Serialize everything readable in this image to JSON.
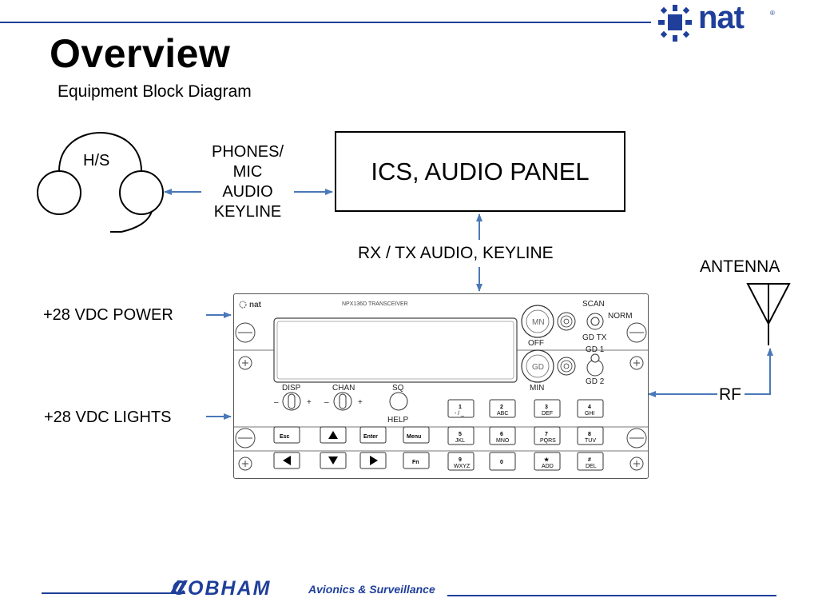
{
  "header": {
    "title": "Overview",
    "subtitle": "Equipment Block Diagram"
  },
  "logo": {
    "text": "nat",
    "registered": "®"
  },
  "diagram": {
    "headset_label": "H/S",
    "phones_mic_lines": [
      "PHONES/",
      "MIC",
      "AUDIO",
      "KEYLINE"
    ],
    "ics_box_label": "ICS, AUDIO PANEL",
    "rx_tx_label": "RX / TX AUDIO, KEYLINE",
    "antenna_label": "ANTENNA",
    "power_label": "+28 VDC POWER",
    "lights_label": "+28 VDC LIGHTS",
    "rf_label": "RF"
  },
  "transceiver": {
    "brand": "nat",
    "model": "NPX136D TRANSCEIVER",
    "knob_labels": {
      "top_knob": "MN",
      "off": "OFF",
      "bottom_knob": "GD",
      "min": "MIN"
    },
    "switch_labels": {
      "scan": "SCAN",
      "norm": "NORM",
      "gd_tx": "GD TX",
      "gd1": "GD 1",
      "gd2": "GD 2"
    },
    "control_labels": {
      "disp": "DISP",
      "chan": "CHAN",
      "sq": "SQ",
      "help": "HELP",
      "minus": "–",
      "plus": "+"
    },
    "nav_keys": {
      "esc": "Esc",
      "enter": "Enter",
      "menu": "Menu",
      "fn": "Fn"
    },
    "keypad": [
      {
        "num": "1",
        "sub": "- / _"
      },
      {
        "num": "2",
        "sub": "ABC"
      },
      {
        "num": "3",
        "sub": "DEF"
      },
      {
        "num": "4",
        "sub": "GHI"
      },
      {
        "num": "5",
        "sub": "JKL"
      },
      {
        "num": "6",
        "sub": "MNO"
      },
      {
        "num": "7",
        "sub": "PQRS"
      },
      {
        "num": "8",
        "sub": "TUV"
      },
      {
        "num": "9",
        "sub": "WXYZ"
      },
      {
        "num": "0",
        "sub": ""
      },
      {
        "num": "★",
        "sub": "ADD"
      },
      {
        "num": "#",
        "sub": "DEL"
      }
    ]
  },
  "footer": {
    "brand": "COBHAM",
    "division": "Avionics & Surveillance"
  },
  "colors": {
    "accent": "#1f3f9a",
    "arrow": "#4a78b8"
  }
}
